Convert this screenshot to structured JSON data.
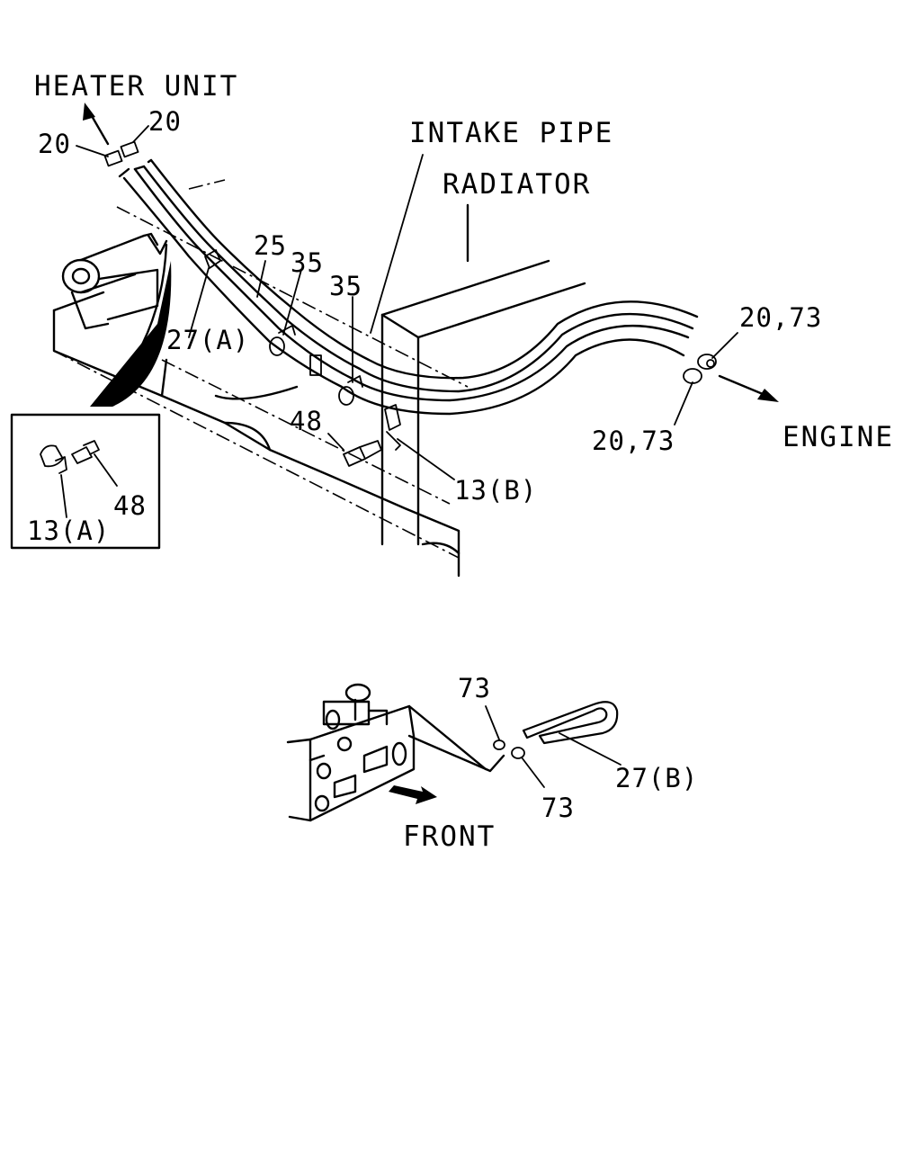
{
  "labels": {
    "heater_unit": "HEATER UNIT",
    "intake_pipe": "INTAKE PIPE",
    "radiator": "RADIATOR",
    "engine": "ENGINE",
    "front": "FRONT"
  },
  "callouts": {
    "c20_left": "20",
    "c20_right": "20",
    "c25": "25",
    "c35_a": "35",
    "c35_b": "35",
    "c27a": "27(A)",
    "c48": "48",
    "c13b": "13(B)",
    "c2073_top": "20,73",
    "c2073_bot": "20,73",
    "c48_inset": "48",
    "c13a": "13(A)",
    "c73_top": "73",
    "c73_bot": "73",
    "c27b": "27(B)"
  }
}
